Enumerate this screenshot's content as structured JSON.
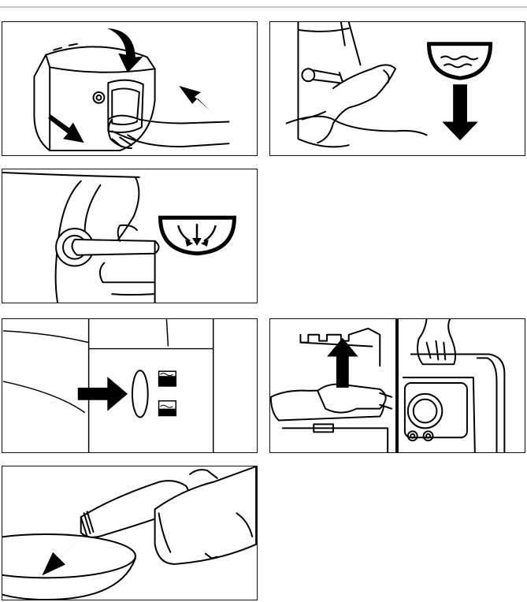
{
  "page": {
    "panels": [
      {
        "name": "lift-slide-valve-blade-step"
      },
      {
        "name": "flush-water-bowl-step"
      },
      {
        "name": "press-flush-button-step"
      },
      {
        "name": "level-indicator-step"
      },
      {
        "name": "detach-holding-tank-step"
      },
      {
        "name": "empty-tank-step"
      }
    ]
  }
}
